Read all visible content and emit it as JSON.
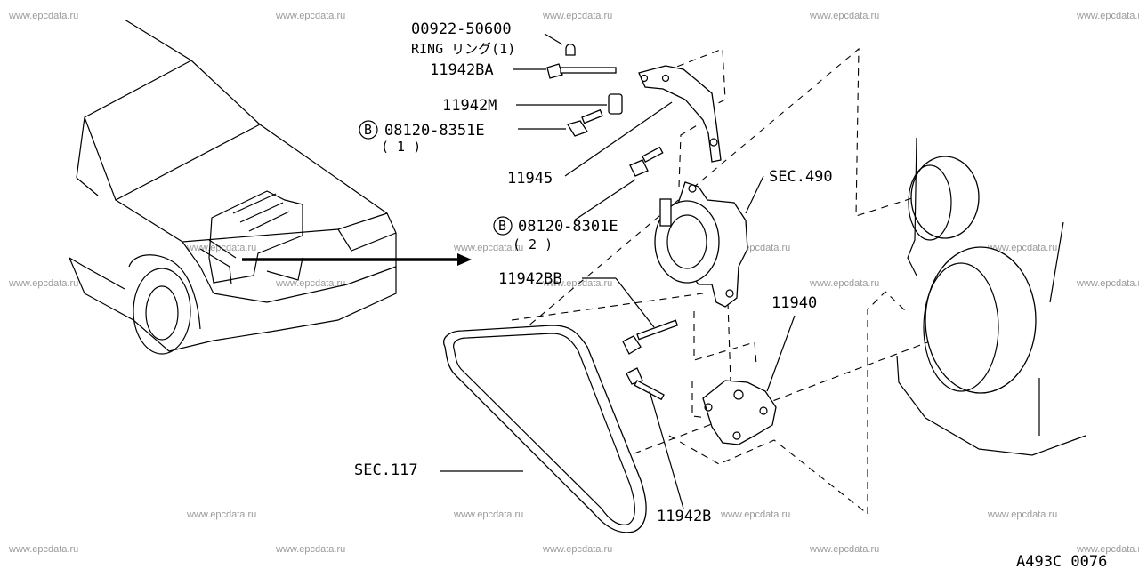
{
  "labels": {
    "ring_part_no": "00922-50600",
    "ring_name": "RING リング(1)",
    "bolt_ba": "11942BA",
    "nut_m": "11942M",
    "bolt_8351_symbol": "B",
    "bolt_8351": "08120-8351E",
    "bolt_8351_qty": "( 1 )",
    "bracket": "11945",
    "sec490": "SEC.490",
    "bolt_8301_symbol": "B",
    "bolt_8301": "08120-8301E",
    "bolt_8301_qty": "( 2 )",
    "bolt_bb": "11942BB",
    "bracket_lower": "11940",
    "sec117": "SEC.117",
    "bolt_b": "11942B",
    "figure_code": "A493C 0076"
  },
  "watermark": "www.epcdata.ru"
}
